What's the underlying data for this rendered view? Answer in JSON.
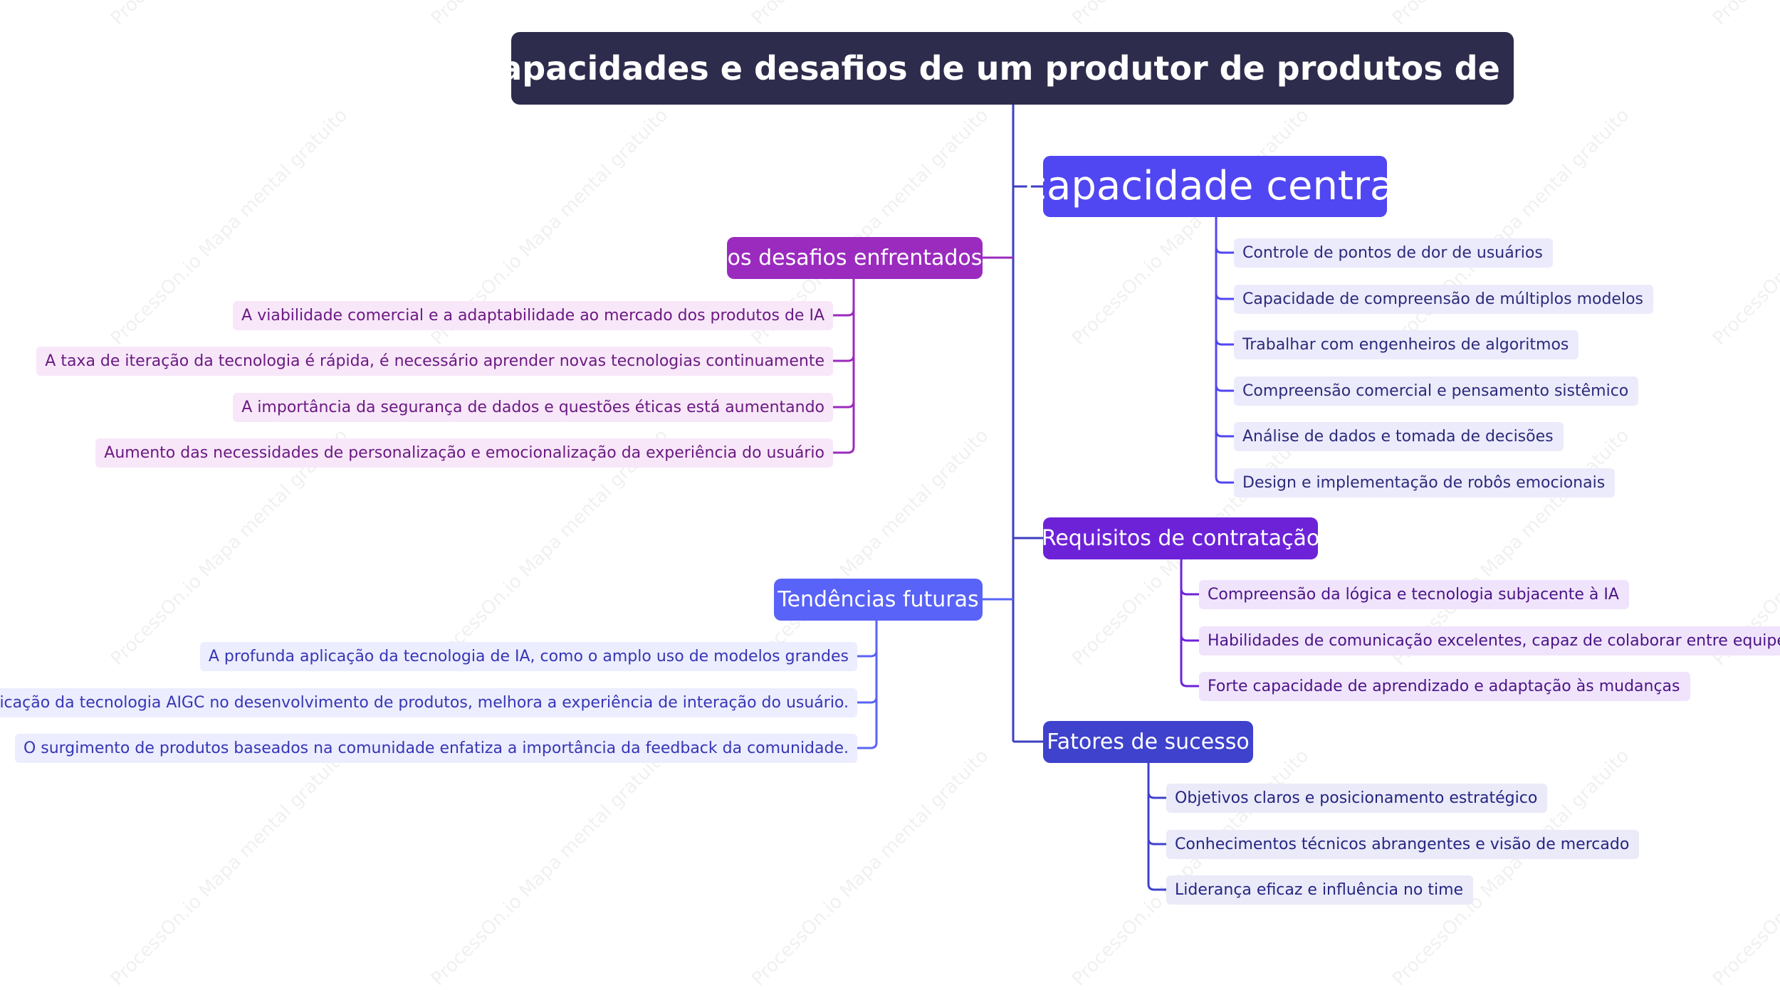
{
  "title": "Capacidades e desafios de um produtor de produtos de IA",
  "watermark": "ProcessOn.io Mapa mental gratuito",
  "colors": {
    "root": "#2e2c4c",
    "trunk": "#3d3fc0",
    "core": "#5046f2",
    "challenges": "#9b2bbf",
    "hiring": "#6d22d8",
    "future": "#5963f7",
    "success": "#3e42cc"
  },
  "branches": {
    "core": {
      "label": "capacidade central",
      "items": [
        "Controle de pontos de dor de usuários",
        "Capacidade de compreensão de múltiplos modelos",
        "Trabalhar com engenheiros de algoritmos",
        "Compreensão comercial e pensamento sistêmico",
        "Análise de dados e tomada de decisões",
        "Design e implementação de robôs emocionais"
      ]
    },
    "challenges": {
      "label": "os desafios enfrentados",
      "items": [
        "A viabilidade comercial e a adaptabilidade ao mercado dos produtos de IA",
        "A taxa de iteração da tecnologia é rápida, é necessário aprender novas tecnologias continuamente",
        "A importância da segurança de dados e questões éticas está aumentando",
        "Aumento das necessidades de personalização e emocionalização da experiência do usuário"
      ]
    },
    "hiring": {
      "label": "Requisitos de contratação",
      "items": [
        "Compreensão da lógica e tecnologia subjacente à IA",
        "Habilidades de comunicação excelentes, capaz de colaborar entre equipes",
        "Forte capacidade de aprendizado e adaptação às mudanças"
      ]
    },
    "future": {
      "label": "Tendências futuras",
      "items": [
        "A profunda aplicação da tecnologia de IA, como o amplo uso de modelos grandes",
        "A aplicação da tecnologia AIGC no desenvolvimento de produtos, melhora a experiência de interação do usuário.",
        "O surgimento de produtos baseados na comunidade enfatiza a importância da feedback da comunidade."
      ]
    },
    "success": {
      "label": "Fatores de sucesso",
      "items": [
        "Objetivos claros e posicionamento estratégico",
        "Conhecimentos técnicos abrangentes e visão de mercado",
        "Liderança eficaz e influência no time"
      ]
    }
  }
}
